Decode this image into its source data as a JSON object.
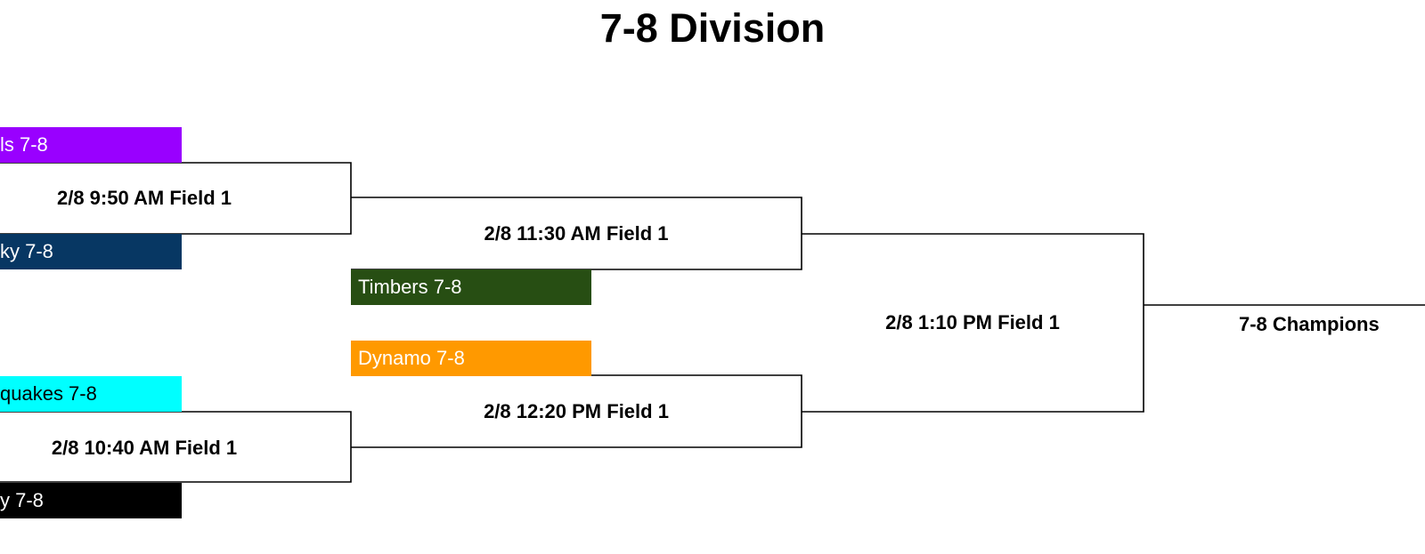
{
  "title": "7-8 Division",
  "teams": [
    {
      "text": "ls 7-8",
      "color": "#9900ff"
    },
    {
      "text": "ky 7-8",
      "color": "#073763"
    },
    {
      "text": "Timbers 7-8",
      "color": "#274e13"
    },
    {
      "text": "Dynamo 7-8",
      "color": "#ff9900"
    },
    {
      "text": "quakes 7-8",
      "color": "#00ffff",
      "text_color": "#000000"
    },
    {
      "text": "y 7-8",
      "color": "#000000"
    }
  ],
  "games": [
    "2/8 9:50 AM Field 1",
    "2/8 11:30 AM Field 1",
    "2/8 1:10 PM Field 1",
    "2/8 12:20 PM Field 1",
    "2/8 10:40 AM Field 1"
  ],
  "champion": "7-8 Champions"
}
